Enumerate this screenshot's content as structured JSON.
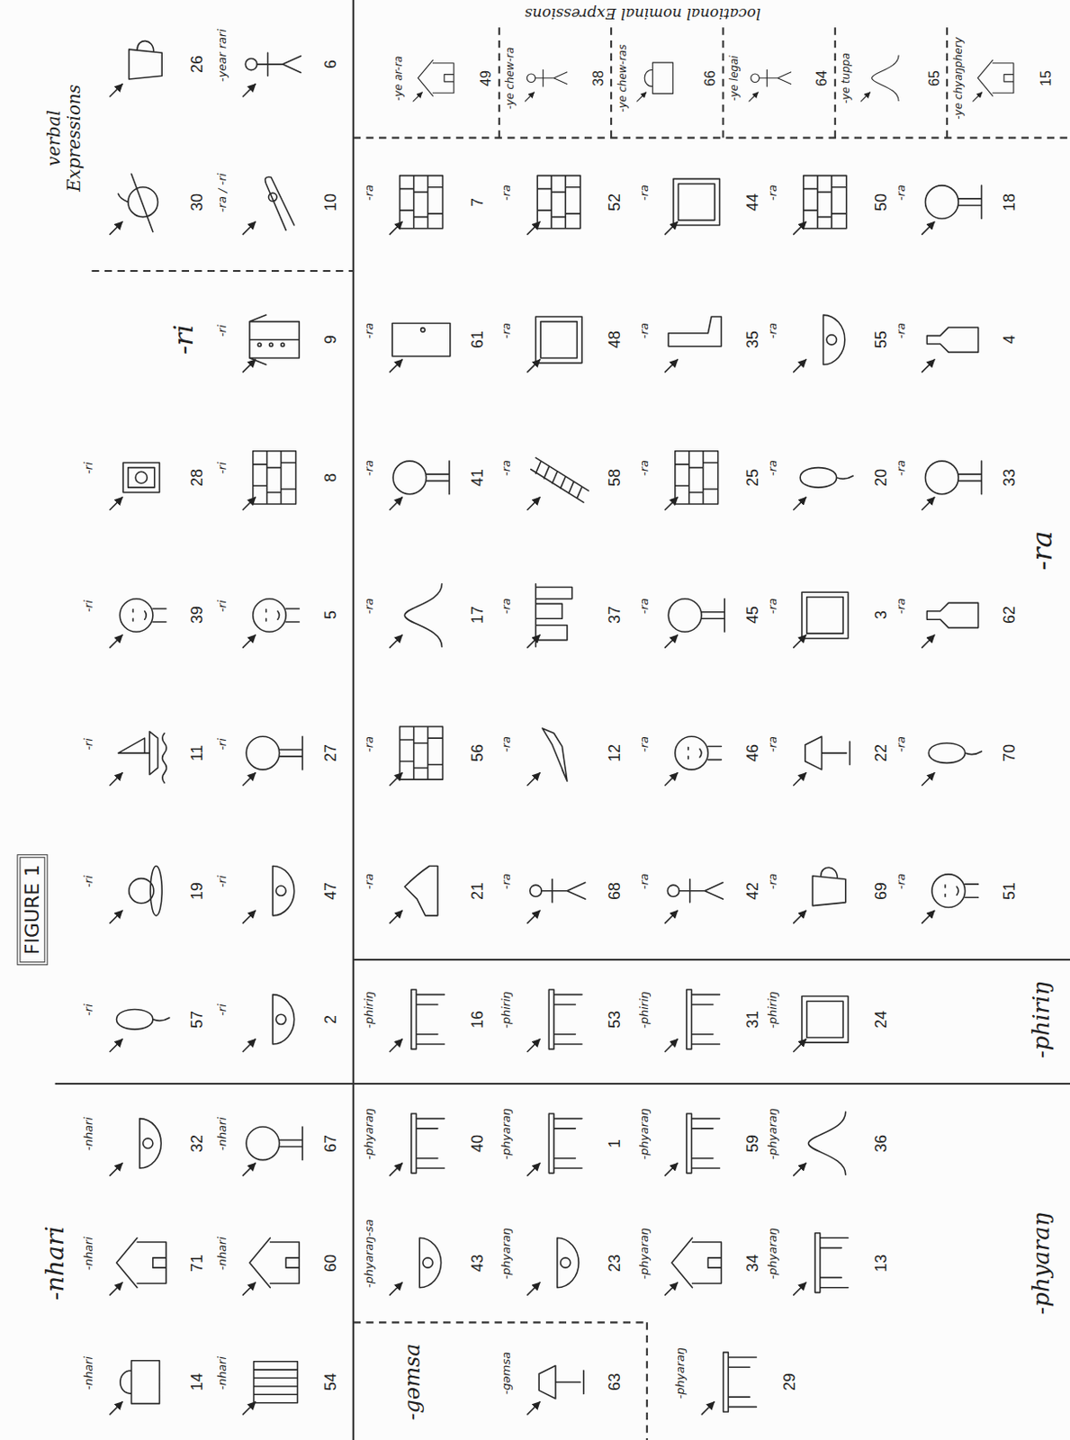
{
  "diagram": {
    "title": "FIGURE 1",
    "labels": [
      "-nhari",
      "-ri",
      "verbal Expressions",
      "locational nominal Expressions",
      "-ra",
      "-phiriŋ",
      "-phyaraŋ",
      "-gəmsa",
      "26",
      "30",
      "-year rari",
      "6",
      "-ra / -ri",
      "10",
      "-ri",
      "28",
      "-ri",
      "39",
      "-ri",
      "11",
      "-ri",
      "19",
      "-ri",
      "57",
      "-ri",
      "9",
      "-ri",
      "8",
      "-ri",
      "5",
      "-ri",
      "27",
      "-ri",
      "47",
      "-ri",
      "2",
      "-nhari",
      "32",
      "-nhari",
      "71",
      "-nhari",
      "14",
      "-nhari",
      "67",
      "-nhari",
      "60",
      "-nhari",
      "54",
      "-ra",
      "21",
      "-ra",
      "56",
      "-ra",
      "17",
      "-ra",
      "41",
      "-ra",
      "61",
      "-ra",
      "7",
      "-ra",
      "68",
      "-ra",
      "12",
      "-ra",
      "37",
      "-ra",
      "58",
      "-ra",
      "48",
      "-ra",
      "52",
      "-ra",
      "42",
      "-ra",
      "46",
      "-ra",
      "45",
      "-ra",
      "25",
      "-ra",
      "35",
      "-ra",
      "44",
      "-ra",
      "69",
      "-ra",
      "22",
      "-ra",
      "3",
      "-ra",
      "20",
      "-ra",
      "55",
      "-ra",
      "50",
      "-ra",
      "51",
      "-ra",
      "70",
      "-ra",
      "62",
      "-ra",
      "33",
      "-ra",
      "4",
      "-ra",
      "18",
      "-ye ar-ra",
      "49",
      "-ye chew-ra",
      "38",
      "-ye chew-ras",
      "66",
      "-ye legai",
      "64",
      "-ye tuppa",
      "65",
      "-ye chyaŋphery",
      "15",
      "-phiriŋ",
      "16",
      "-phiriŋ",
      "53",
      "-phiriŋ",
      "31",
      "-phiriŋ",
      "24",
      "-phyaraŋ",
      "40",
      "-phyaraŋ",
      "1",
      "-phyaraŋ",
      "59",
      "-phyaraŋ",
      "36",
      "-phyaraŋ-sa",
      "43",
      "-phyaraŋ",
      "23",
      "-phyaraŋ",
      "34",
      "-phyaraŋ",
      "13",
      "-gəmsa",
      "63",
      "-phyaraŋ",
      "29"
    ]
  }
}
